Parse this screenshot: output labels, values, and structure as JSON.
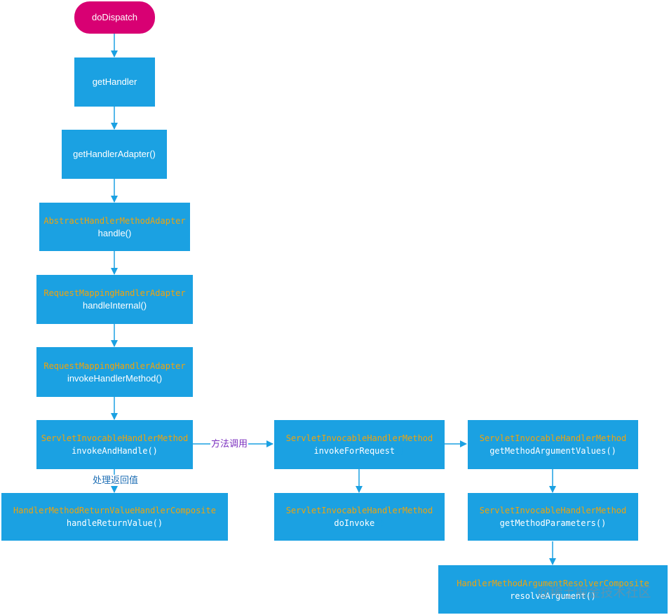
{
  "nodes": {
    "do_dispatch": {
      "method": "doDispatch"
    },
    "get_handler": {
      "method": "getHandler"
    },
    "get_handler_adapter": {
      "method": "getHandlerAdapter()"
    },
    "abstract_handle": {
      "cls": "AbstractHandlerMethodAdapter",
      "method": "handle()"
    },
    "rmha_handle_internal": {
      "cls": "RequestMappingHandlerAdapter",
      "method": "handleInternal()"
    },
    "rmha_invoke_handler_method": {
      "cls": "RequestMappingHandlerAdapter",
      "method": "invokeHandlerMethod()"
    },
    "sihm_invoke_and_handle": {
      "cls": "ServletInvocableHandlerMethod",
      "method": "invokeAndHandle()"
    },
    "return_value_handle": {
      "cls": "HandlerMethodReturnValueHandlerComposite",
      "method": "handleReturnValue()"
    },
    "invoke_for_request": {
      "cls": "ServletInvocableHandlerMethod",
      "method": "invokeForRequest",
      "suffix": "()"
    },
    "do_invoke": {
      "cls": "ServletInvocableHandlerMethod",
      "method": "doInvoke",
      "suffix": "()"
    },
    "get_method_argument_values": {
      "cls": "ServletInvocableHandlerMethod",
      "method": "getMethodArgumentValues()"
    },
    "get_method_parameters": {
      "cls": "ServletInvocableHandlerMethod",
      "method": "getMethodParameters()"
    },
    "resolve_argument": {
      "cls": "HandlerMethodArgumentResolverComposite",
      "method": "resolveArgument()"
    }
  },
  "edge_labels": {
    "method_call": "方法调用",
    "handle_return": "处理返回值"
  },
  "colors": {
    "start": "#d80073",
    "node": "#1ba1e2",
    "class_text": "#f0a30a",
    "arrow": "#1ba1e2",
    "method_call_label": "#7b2fbf",
    "handle_return_label": "#1f6fb5"
  },
  "watermark": "@稀土掘金技术社区"
}
